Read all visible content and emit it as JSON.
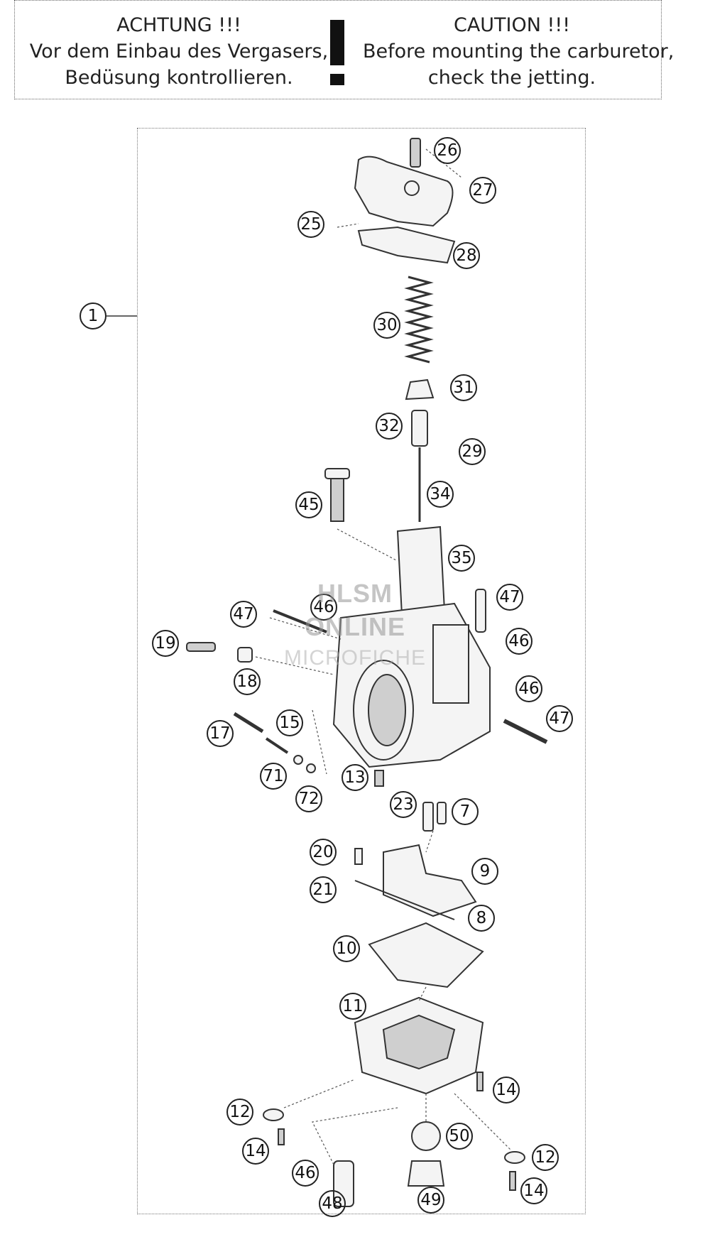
{
  "warning": {
    "de_title": "ACHTUNG !!!",
    "de_line1": "Vor dem Einbau des Vergasers,",
    "de_line2": "Bedüsung kontrollieren.",
    "en_title": "CAUTION !!!",
    "en_line1": "Before mounting the carburetor,",
    "en_line2": "check the jetting."
  },
  "watermark": {
    "line1": "HLSM",
    "line2": "ONLINE",
    "line3": "MICROFICHE"
  },
  "callouts": {
    "c1": "1",
    "c26": "26",
    "c27": "27",
    "c25": "25",
    "c28": "28",
    "c30": "30",
    "c31": "31",
    "c32": "32",
    "c29": "29",
    "c34": "34",
    "c45": "45",
    "c35": "35",
    "c47a": "47",
    "c46a": "46",
    "c47b": "47",
    "c46b": "46",
    "c19": "19",
    "c18": "18",
    "c46c": "46",
    "c47c": "47",
    "c15": "15",
    "c17": "17",
    "c71": "71",
    "c72": "72",
    "c13": "13",
    "c23": "23",
    "c7": "7",
    "c20": "20",
    "c9": "9",
    "c21": "21",
    "c8": "8",
    "c10": "10",
    "c11": "11",
    "c14a": "14",
    "c12a": "12",
    "c50": "50",
    "c14b": "14",
    "c12b": "12",
    "c46d": "46",
    "c49": "49",
    "c48": "48",
    "c14c": "14"
  }
}
